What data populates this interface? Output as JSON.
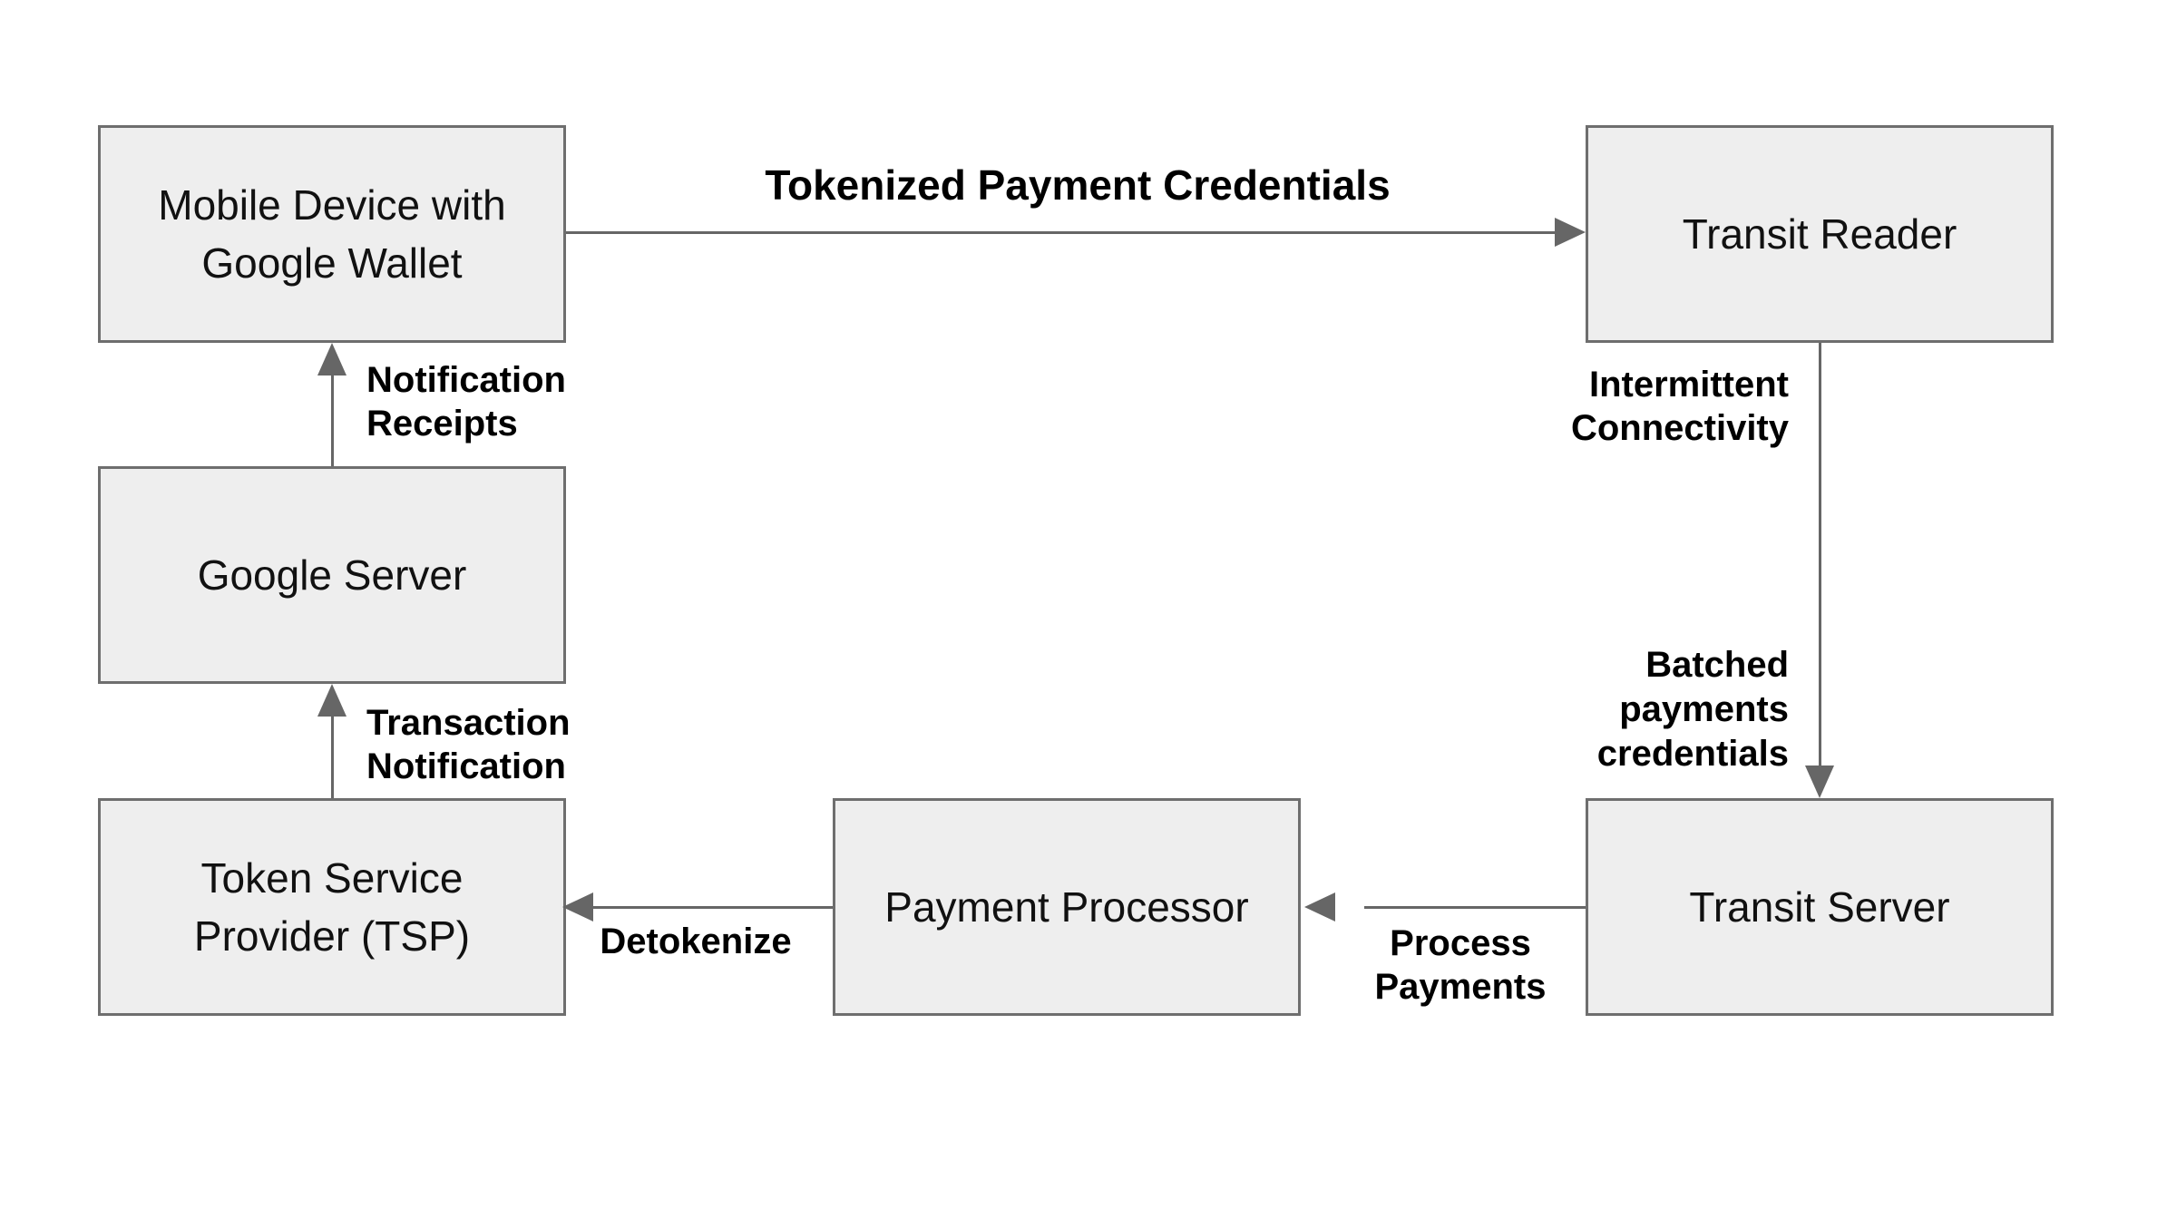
{
  "diagram": {
    "type": "flow-diagram",
    "background": "#ffffff",
    "colors": {
      "node_fill": "#eeeeee",
      "node_border": "#6e6e6e",
      "arrow": "#666666",
      "text": "#000000"
    },
    "nodes": [
      {
        "id": "mobile",
        "label": "Mobile Device with\nGoogle Wallet"
      },
      {
        "id": "reader",
        "label": "Transit Reader"
      },
      {
        "id": "google",
        "label": "Google Server"
      },
      {
        "id": "tsp",
        "label": "Token Service\nProvider (TSP)"
      },
      {
        "id": "processor",
        "label": "Payment Processor"
      },
      {
        "id": "server",
        "label": "Transit Server"
      }
    ],
    "edges": [
      {
        "from": "mobile",
        "to": "reader",
        "direction": "right",
        "label": "Tokenized Payment Credentials"
      },
      {
        "from": "google",
        "to": "mobile",
        "direction": "up",
        "label": "Notification\nReceipts"
      },
      {
        "from": "tsp",
        "to": "google",
        "direction": "up",
        "label": "Transaction\nNotification"
      },
      {
        "from": "reader",
        "to": "server",
        "direction": "down",
        "labels": [
          "Intermittent\nConnectivity",
          "Batched\npayments\ncredentials"
        ]
      },
      {
        "from": "server",
        "to": "processor",
        "direction": "left",
        "label": "Process\nPayments"
      },
      {
        "from": "processor",
        "to": "tsp",
        "direction": "left",
        "label": "Detokenize"
      }
    ]
  }
}
